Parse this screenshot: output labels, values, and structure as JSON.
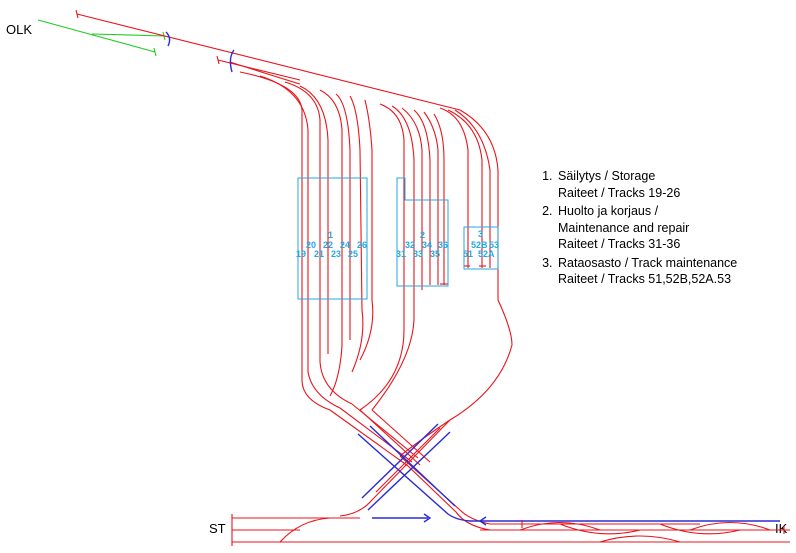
{
  "stations": {
    "olk": "OLK",
    "st": "ST",
    "ik": "IK"
  },
  "areas": [
    {
      "number": "1",
      "tracks": [
        "19",
        "20",
        "21",
        "22",
        "23",
        "24",
        "25",
        "26"
      ]
    },
    {
      "number": "2",
      "tracks": [
        "31",
        "32",
        "33",
        "34",
        "35",
        "36"
      ]
    },
    {
      "number": "3",
      "tracks": [
        "51",
        "52B",
        "52A",
        "53"
      ]
    }
  ],
  "legend": [
    {
      "lines": [
        "Säilytys / Storage",
        "Raiteet / Tracks 19-26"
      ]
    },
    {
      "lines": [
        "Huolto ja korjaus /",
        "Maintenance and repair",
        "Raiteet / Tracks 31-36"
      ]
    },
    {
      "lines": [
        "Rataosasto / Track maintenance",
        "Raiteet / Tracks 51,52B,52A.53"
      ]
    }
  ],
  "colors": {
    "track": "#e8141b",
    "blue_line": "#2b2bd6",
    "green_line": "#22cc22",
    "area_box": "#23a9e1"
  }
}
